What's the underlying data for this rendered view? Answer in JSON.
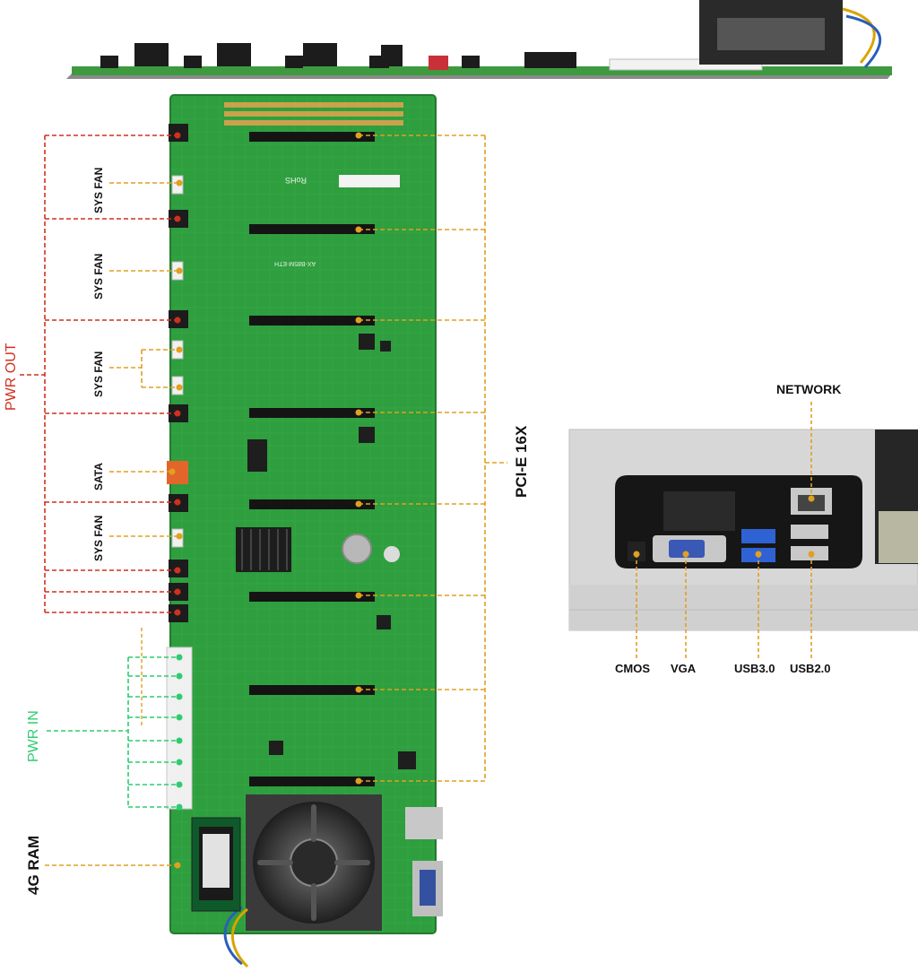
{
  "labels": {
    "pwr_out": "PWR OUT",
    "pwr_in": "PWR IN",
    "ram": "4G RAM",
    "pcie": "PCI-E 16X",
    "sys_fan_1": "SYS FAN",
    "sys_fan_2": "SYS FAN",
    "sys_fan_3": "SYS FAN",
    "sata": "SATA",
    "sys_fan_4": "SYS FAN",
    "network": "NETWORK",
    "cmos": "CMOS",
    "vga": "VGA",
    "usb3": "USB3.0",
    "usb2": "USB2.0"
  },
  "board_text": {
    "rohs": "RoHS",
    "model": "AX-B85M-ETH"
  },
  "colors": {
    "pcb_green": "#2e9e3e",
    "pwr_out_red": "#d0301f",
    "pwr_in_green": "#2ecc71",
    "callout_orange": "#e0a020",
    "io_panel_grey": "#d7d7d7"
  }
}
